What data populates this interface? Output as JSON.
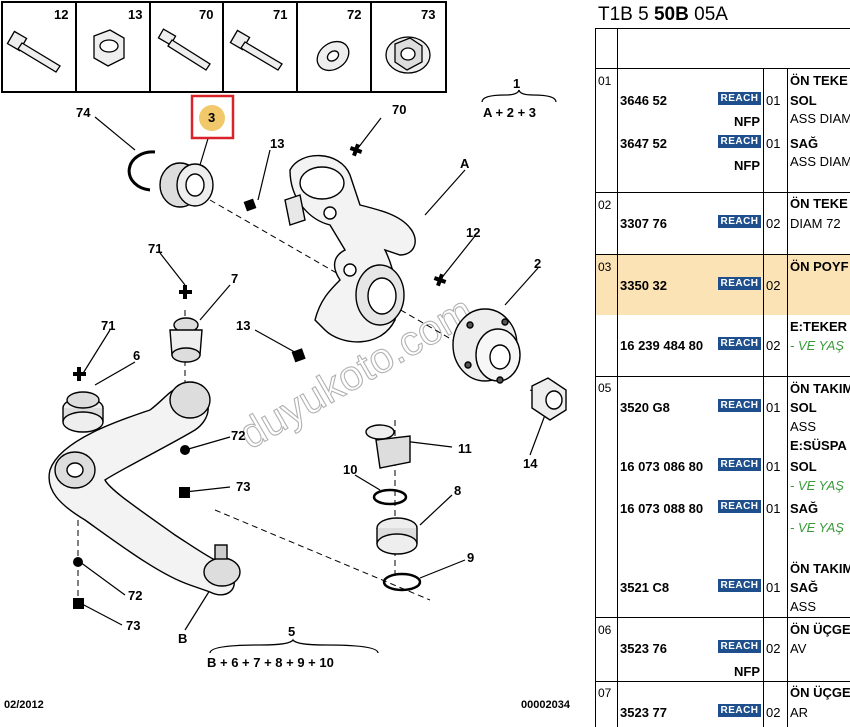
{
  "diagram": {
    "top_parts": [
      "12",
      "13",
      "70",
      "71",
      "72",
      "73"
    ],
    "callouts": {
      "p74": "74",
      "p3": "3",
      "p70": "70",
      "p13a": "13",
      "pA": "A",
      "p12": "12",
      "p71a": "71",
      "p7": "7",
      "p71b": "71",
      "p6": "6",
      "p13b": "13",
      "p2": "2",
      "p72a": "72",
      "p73a": "73",
      "p11": "11",
      "p10": "10",
      "p8": "8",
      "p14": "14",
      "p72b": "72",
      "p73b": "73",
      "p9": "9",
      "pB": "B"
    },
    "group1": {
      "label": "1",
      "formula": "A + 2 + 3"
    },
    "group5": {
      "label": "5",
      "formula": "B + 6 + 7 + 8 + 9 + 10"
    },
    "highlight_part": "3",
    "footer_left": "02/2012",
    "footer_right": "00002034",
    "watermark": "duyukoto.com"
  },
  "header": {
    "code_prefix": "T1B 5 ",
    "code_bold": "50B",
    "code_suffix": " 05A"
  },
  "colors": {
    "reach_badge": "#1e4f8c",
    "highlight_row": "#fbe3b5",
    "highlight_box": "#d8232a",
    "highlight_fill": "#f2c96a",
    "italic_note": "#3a9a3a"
  },
  "table": {
    "badge": "REACH",
    "nfp": "NFP",
    "rows": {
      "r01a": {
        "section": "01",
        "ref": "3646 52",
        "qty": "01",
        "desc1": "ÖN TEKE",
        "desc2": "SOL",
        "desc3": "ASS DIAM"
      },
      "r01b": {
        "ref": "3647 52",
        "qty": "01",
        "desc1": "SAĞ",
        "desc2": "ASS DIAM"
      },
      "r02": {
        "section": "02",
        "ref": "3307 76",
        "qty": "02",
        "desc1": "ÖN TEKE",
        "desc2": "DIAM 72"
      },
      "r03a": {
        "section": "03",
        "ref": "3350 32",
        "qty": "02",
        "desc1": "ÖN POYF"
      },
      "r03b": {
        "ref": "16 239 484 80",
        "qty": "02",
        "desc1": "E:TEKER",
        "desc2": "- VE YAŞ"
      },
      "r05a": {
        "section": "05",
        "ref": "3520 G8",
        "qty": "01",
        "desc1": "ÖN TAKIM",
        "desc2": "SOL",
        "desc3": "ASS",
        "desc4": "E:SÜSPA"
      },
      "r05b": {
        "ref": "16 073 086 80",
        "qty": "01",
        "desc1": "SOL",
        "desc2": "- VE YAŞ"
      },
      "r05c": {
        "ref": "16 073 088 80",
        "qty": "01",
        "desc1": "SAĞ",
        "desc2": "- VE YAŞ"
      },
      "r05d": {
        "ref": "3521 C8",
        "qty": "01",
        "desc1": "ÖN TAKIM",
        "desc2": "SAĞ",
        "desc3": "ASS"
      },
      "r06": {
        "section": "06",
        "ref": "3523 76",
        "qty": "02",
        "desc1": "ÖN ÜÇGE",
        "desc2": "AV"
      },
      "r07": {
        "section": "07",
        "ref": "3523 77",
        "qty": "02",
        "desc1": "ÖN ÜÇGE",
        "desc2": "AR"
      }
    }
  }
}
